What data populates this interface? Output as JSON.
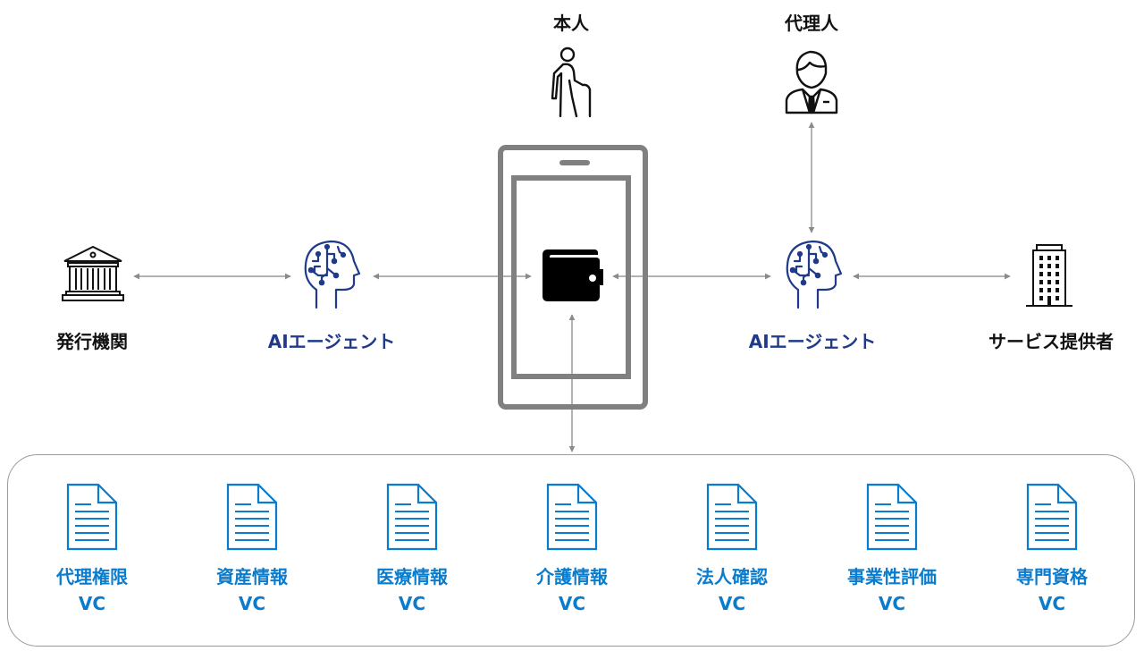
{
  "nodes": {
    "principal": {
      "label": "本人",
      "icon": "elderly-person-icon"
    },
    "proxy": {
      "label": "代理人",
      "icon": "businessman-icon"
    },
    "issuer": {
      "label": "発行機関",
      "icon": "bank-building-icon"
    },
    "agent_left": {
      "label": "AIエージェント",
      "icon": "ai-brain-icon"
    },
    "wallet": {
      "label": "",
      "icon": "wallet-icon"
    },
    "agent_right": {
      "label": "AIエージェント",
      "icon": "ai-brain-icon"
    },
    "service_provider": {
      "label": "サービス提供者",
      "icon": "office-building-icon"
    }
  },
  "credentials": [
    {
      "title": "代理権限",
      "suffix": "VC"
    },
    {
      "title": "資産情報",
      "suffix": "VC"
    },
    {
      "title": "医療情報",
      "suffix": "VC"
    },
    {
      "title": "介護情報",
      "suffix": "VC"
    },
    {
      "title": "法人確認",
      "suffix": "VC"
    },
    {
      "title": "事業性評価",
      "suffix": "VC"
    },
    {
      "title": "専門資格",
      "suffix": "VC"
    }
  ],
  "edges": [
    {
      "from": "issuer",
      "to": "agent_left",
      "direction": "both"
    },
    {
      "from": "agent_left",
      "to": "wallet",
      "direction": "both"
    },
    {
      "from": "wallet",
      "to": "agent_right",
      "direction": "both"
    },
    {
      "from": "agent_right",
      "to": "service_provider",
      "direction": "both"
    },
    {
      "from": "proxy",
      "to": "agent_right",
      "direction": "both"
    },
    {
      "from": "credentials",
      "to": "wallet",
      "direction": "both"
    }
  ],
  "colors": {
    "agent_text": "#1f3a8a",
    "credential_blue": "#0a7ccd",
    "arrow_gray": "#8a8a8a",
    "phone_gray": "#808080"
  }
}
